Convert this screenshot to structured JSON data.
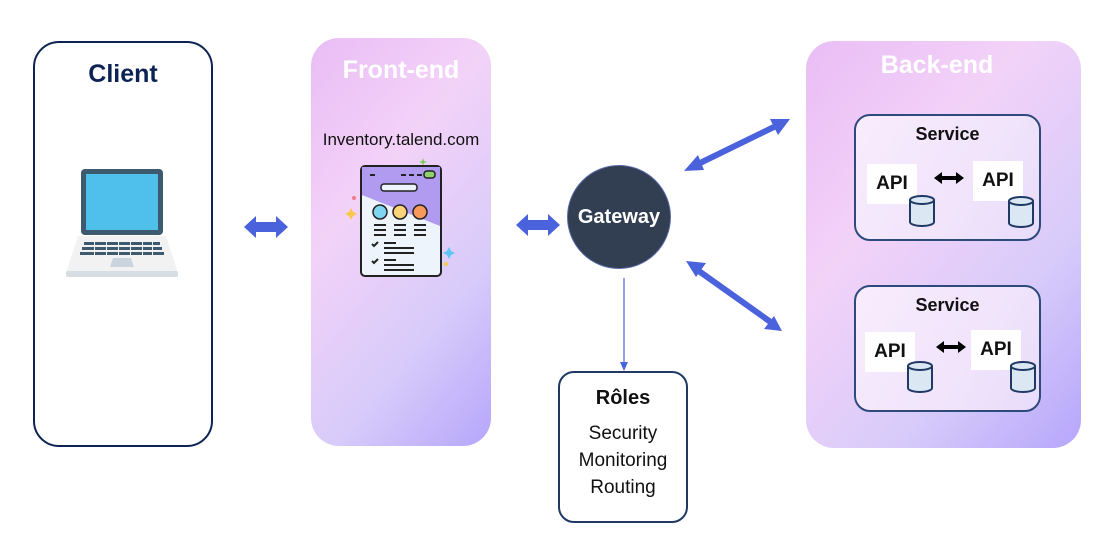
{
  "client": {
    "title": "Client",
    "icon": "laptop-icon"
  },
  "frontend": {
    "title": "Front-end",
    "url": "Inventory.talend.com",
    "icon": "web-app-icon"
  },
  "gateway": {
    "label": "Gateway"
  },
  "roles": {
    "title": "Rôles",
    "items": [
      "Security",
      "Monitoring",
      "Routing"
    ]
  },
  "backend": {
    "title": "Back-end",
    "services": [
      {
        "title": "Service",
        "apis": [
          "API",
          "API"
        ]
      },
      {
        "title": "Service",
        "apis": [
          "API",
          "API"
        ]
      }
    ]
  },
  "colors": {
    "arrow": "#4a62dc",
    "navy": "#0d2354",
    "gateway": "#323e52"
  }
}
